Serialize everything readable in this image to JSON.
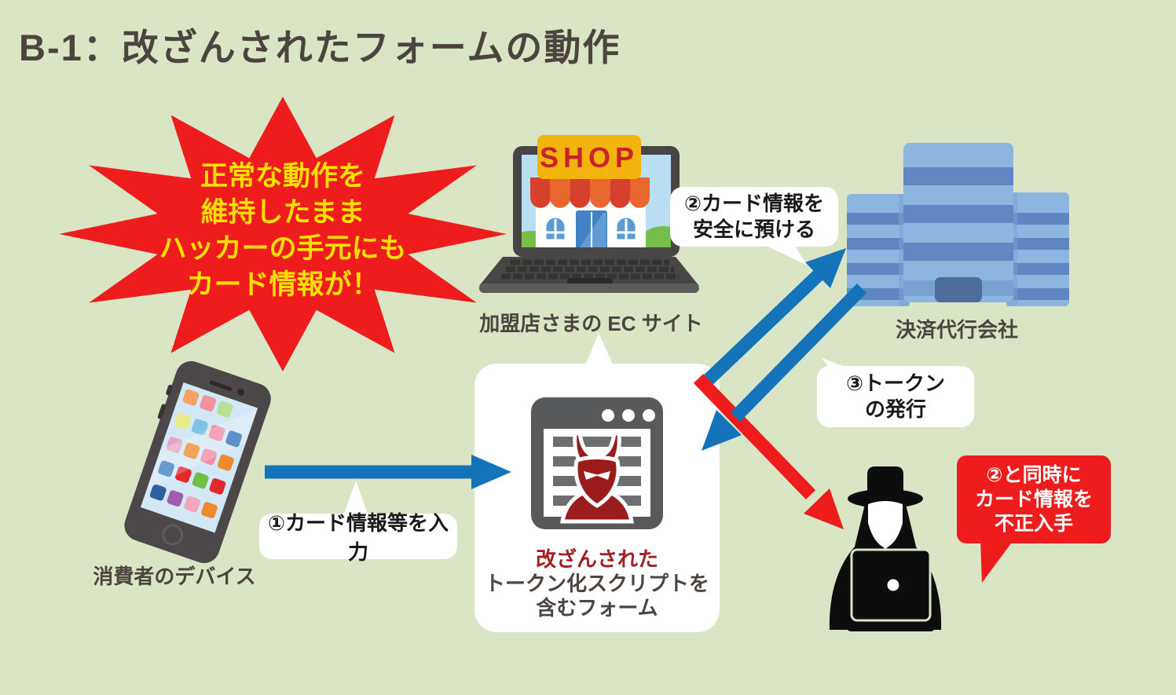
{
  "title": "B-1：改ざんされたフォームの動作",
  "colors": {
    "background": "#d9e5c4",
    "arrow_blue": "#1573ba",
    "arrow_red": "#ee1c1c",
    "starburst_fill": "#ee1c1c",
    "starburst_text": "#ffe000",
    "devil_red": "#9b1c1c",
    "caption_text": "#4c4440"
  },
  "starburst": {
    "lines": [
      "正常な動作を",
      "維持したまま",
      "ハッカーの手元にも",
      "カード情報が！"
    ]
  },
  "nodes": {
    "ec_site": {
      "caption": "加盟店さまの EC サイト",
      "sign": "SHOP"
    },
    "payment_company": {
      "caption": "決済代行会社"
    },
    "consumer_device": {
      "caption": "消費者のデバイス"
    },
    "tampered_form": {
      "caption_lines": [
        "改ざんされた",
        "トークン化スクリプトを",
        "含むフォーム"
      ]
    }
  },
  "steps": {
    "input": {
      "label": "①カード情報等を入力"
    },
    "deposit": {
      "lines": [
        "②カード情報を",
        "安全に預ける"
      ]
    },
    "token": {
      "lines": [
        "③トークン",
        "の発行"
      ]
    },
    "steal": {
      "lines": [
        "②と同時に",
        "カード情報を",
        "不正入手"
      ]
    }
  }
}
